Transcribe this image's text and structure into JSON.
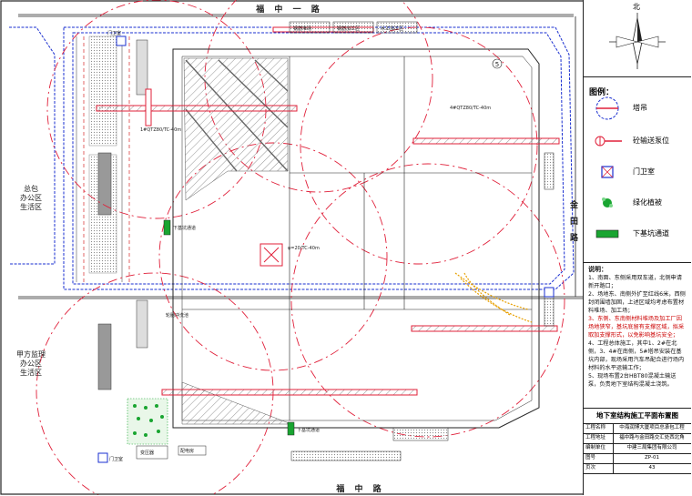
{
  "roads": {
    "top": "福  中  一  路",
    "bottom": "福    中    路",
    "right_chars": [
      "金",
      "田",
      "路"
    ]
  },
  "zones": {
    "left_upper": [
      "总包",
      "办公区",
      "生活区"
    ],
    "left_lower": [
      "甲方监理",
      "办公区",
      "生活区"
    ]
  },
  "site_labels": {
    "gate_top": "门卫室",
    "gate_bottom": "门卫室",
    "pit_stairs_left": "下基坑通道",
    "pit_stairs_bottom": "下基坑通道",
    "crane_center": "φ=20/TC-40m",
    "crane_note": "4#QTZ80/TC-40m",
    "crane_label2": "1#QTZ80/TC-40m",
    "wash_pump": "轮胎冲洗池",
    "num_marker": "5",
    "storage": "钢筋堆场",
    "processing": "钢筋加工区",
    "prefab": "木工加工区",
    "distribution": "配电房",
    "transformer": "变压器"
  },
  "north": {
    "label": "北"
  },
  "legend": {
    "title": "图例：",
    "items": [
      {
        "icon": "tower-crane-icon",
        "label": "塔吊"
      },
      {
        "icon": "concrete-pump-icon",
        "label": "砼输送泵位"
      },
      {
        "icon": "guard-house-icon",
        "label": "门卫室"
      },
      {
        "icon": "greenery-icon",
        "label": "绿化植被"
      },
      {
        "icon": "pit-stair-icon",
        "label": "下基坑通道"
      }
    ]
  },
  "notes": {
    "title": "说明：",
    "lines": [
      "1、南面、东侧采用双车道，北侧申请新开路口；",
      "2、场地东、南侧外扩至红线6米，西侧封闭围墙加固，上述区域均考虑布置材料堆场、加工场；",
      "3、东侧、东南侧材料堆场及加工厂因场地狭窄，基坑底留有支撑区域，拟采取加支撑形式，以免影响基坑安全；",
      "4、工程总体施工，其中1、2#在北侧，3、4#在南侧，5#塔吊安装在基坑内部，现场采用汽车吊配合进行场内材料的水平运输工作；",
      "5、现场布置2台HBT80混凝土输送泵，负责地下室结构混凝土浇筑。"
    ]
  },
  "title_block": {
    "title": "地下室结构施工平面布置图",
    "rows": [
      {
        "k": "工程名称",
        "v": "中海润博大厦项目总承包工程"
      },
      {
        "k": "工程地址",
        "v": "福中路与金田路交汇处西北角"
      },
      {
        "k": "编制单位",
        "v": "中建三局集团有限公司"
      },
      {
        "k": "图号",
        "v": "ZP-01"
      },
      {
        "k": "页次",
        "v": "43"
      }
    ]
  },
  "colors": {
    "crane": "#e0203a",
    "fence": "#1a2fd0",
    "pit_line": "#222222",
    "green": "#19a531",
    "orange": "#e8a000",
    "grey_fill": "#bbbbbb"
  }
}
